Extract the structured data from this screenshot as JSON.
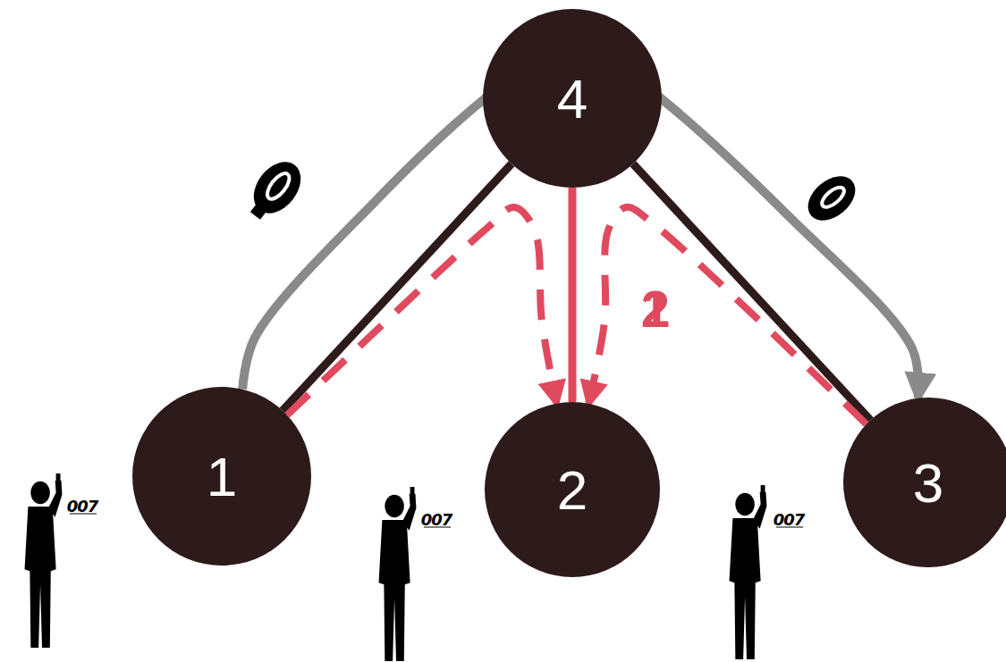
{
  "diagram": {
    "nodes": [
      {
        "text": [
          "4"
        ]
      },
      {
        "text": [
          "1"
        ]
      },
      {
        "text": [
          "2"
        ]
      },
      {
        "text": [
          "3"
        ]
      }
    ],
    "edges": [
      {
        "from": 0,
        "to": 1,
        "arrow": "none"
      },
      {
        "from": 0,
        "to": 2,
        "arrow": "none"
      },
      {
        "from": 0,
        "to": 3,
        "arrow": "none"
      },
      {
        "from": 1,
        "to": 2,
        "arrow": "to",
        "label": "1"
      },
      {
        "from": 3,
        "to": 2,
        "arrow": "to",
        "label": "2"
      },
      {
        "from": 1,
        "to": 3,
        "arrow": "to"
      }
    ],
    "labels": [
      "007",
      "007",
      "007"
    ]
  }
}
